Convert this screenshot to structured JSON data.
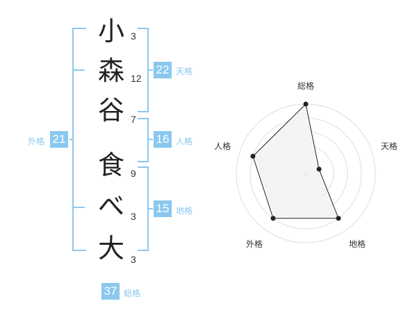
{
  "name": {
    "chars": [
      {
        "char": "小",
        "strokes": "3"
      },
      {
        "char": "森",
        "strokes": "12"
      },
      {
        "char": "谷",
        "strokes": "7"
      },
      {
        "char": "食",
        "strokes": "9"
      },
      {
        "char": "べ",
        "strokes": "3"
      },
      {
        "char": "大",
        "strokes": "3"
      }
    ]
  },
  "kaku": {
    "tenkaku": {
      "value": "22",
      "label": "天格"
    },
    "jinkaku": {
      "value": "16",
      "label": "人格"
    },
    "chikaku": {
      "value": "15",
      "label": "地格"
    },
    "gaikaku": {
      "value": "21",
      "label": "外格"
    },
    "soukaku": {
      "value": "37",
      "label": "総格"
    }
  },
  "chart_data": {
    "type": "radar",
    "axes": [
      "総格",
      "天格",
      "地格",
      "外格",
      "人格"
    ],
    "values": [
      5,
      1,
      4,
      4,
      4
    ],
    "max": 5,
    "rings": 5,
    "colors": {
      "line": "#222222",
      "fill": "#f2f2f2",
      "ring": "#dddddd",
      "accent": "#8ac8ef"
    }
  }
}
